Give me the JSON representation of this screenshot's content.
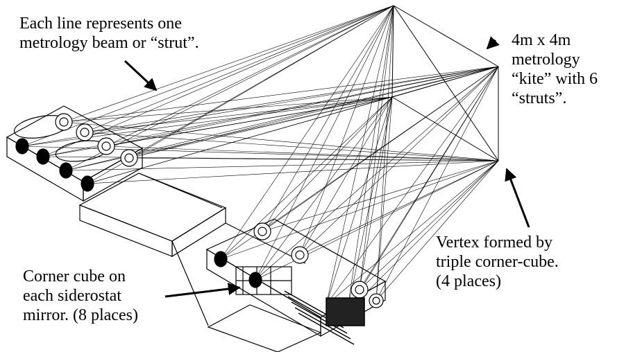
{
  "annotations": {
    "struts": {
      "lines": [
        "Each line represents one",
        "metrology beam or “strut”."
      ]
    },
    "kite": {
      "lines": [
        "4m x 4m",
        "metrology",
        "“kite” with 6",
        "“struts”."
      ]
    },
    "vertex": {
      "lines": [
        "Vertex formed by",
        "triple corner-cube.",
        "(4 places)"
      ]
    },
    "corner_cube": {
      "lines": [
        "Corner cube on",
        "each siderostat",
        "mirror. (8 places)"
      ]
    }
  }
}
